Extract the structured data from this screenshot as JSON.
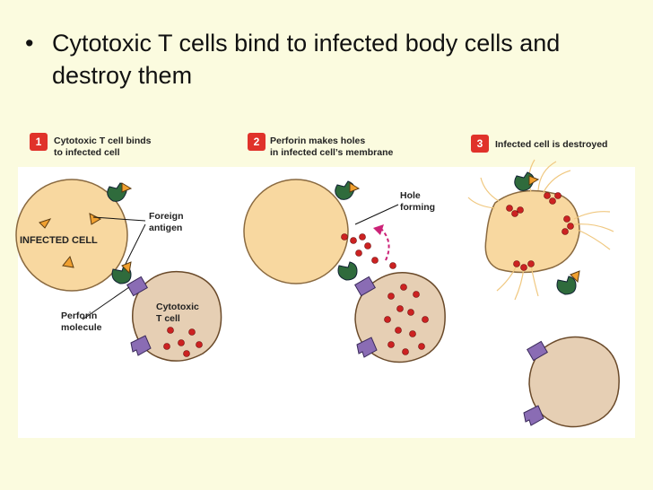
{
  "bullet": {
    "dot": "•",
    "text": "Cytotoxic T cells bind to infected body cells and destroy them"
  },
  "steps": [
    {
      "number": "1",
      "caption_line1": "Cytotoxic T cell binds",
      "caption_line2": "to infected cell"
    },
    {
      "number": "2",
      "caption_line1": "Perforin makes holes",
      "caption_line2": "in infected cell’s membrane"
    },
    {
      "number": "3",
      "caption_line1": "Infected cell is destroyed",
      "caption_line2": ""
    }
  ],
  "labels": {
    "infected_cell": "INFECTED CELL",
    "foreign_antigen_line1": "Foreign",
    "foreign_antigen_line2": "antigen",
    "cytotoxic_t_cell_line1": "Cytotoxic",
    "cytotoxic_t_cell_line2": "T cell",
    "perforin_molecule_line1": "Perforin",
    "perforin_molecule_line2": "molecule",
    "hole_forming_line1": "Hole",
    "hole_forming_line2": "forming"
  },
  "colors": {
    "background": "#fbfbdf",
    "infected_cell": "#f8d8a0",
    "t_cell": "#e6cfb4",
    "receptor": "#2f6b3c",
    "antigen": "#f0a030",
    "tcr_purple": "#8a6cb4",
    "perforin": "#cc2222",
    "step_badge": "#e0322a",
    "arrow": "#cc2277"
  }
}
